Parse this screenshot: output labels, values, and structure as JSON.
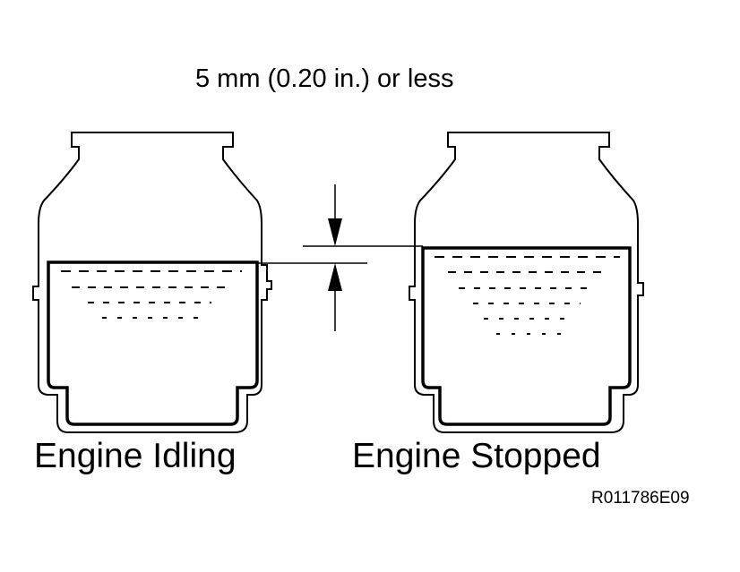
{
  "dimension_label": "5 mm (0.20 in.) or less",
  "left_caption": "Engine Idling",
  "right_caption": "Engine Stopped",
  "figure_code": "R011786E09"
}
